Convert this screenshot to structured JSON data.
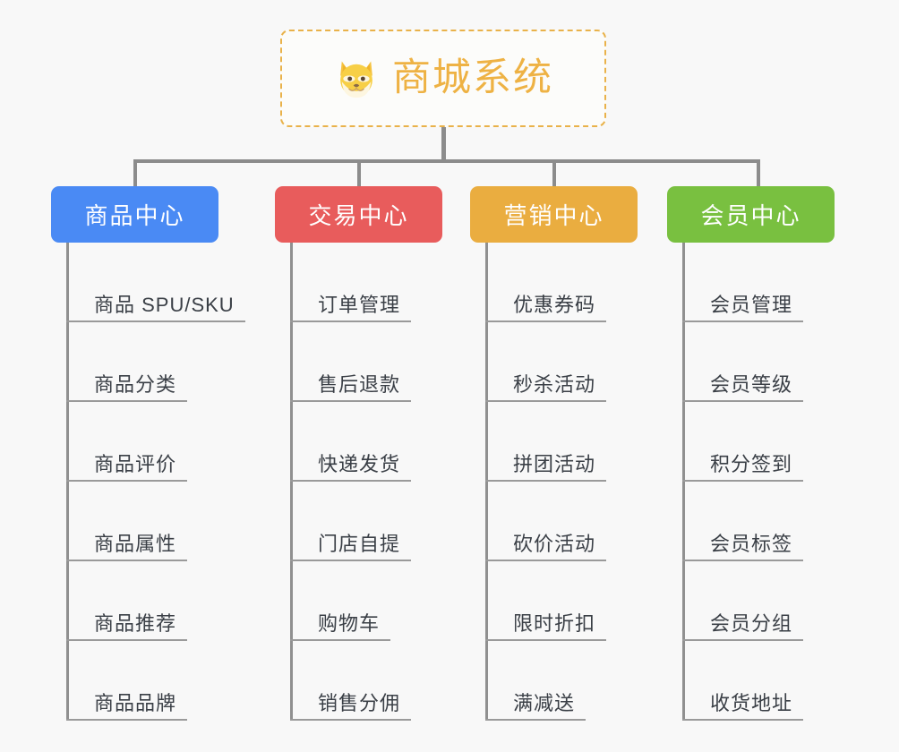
{
  "diagram": {
    "type": "tree",
    "background_color": "#f8f8f8",
    "root": {
      "title": "商城系统",
      "icon": "shiba-dog-face-emoji",
      "text_color": "#eeb244",
      "border_color": "#e9b24a",
      "border_style": "dashed"
    },
    "connector_color": "#8c8c8c",
    "branches": [
      {
        "title": "商品中心",
        "color": "#4a8af4",
        "spine_color": "#909090",
        "items": [
          "商品 SPU/SKU",
          "商品分类",
          "商品评价",
          "商品属性",
          "商品推荐",
          "商品品牌"
        ]
      },
      {
        "title": "交易中心",
        "color": "#e85c5c",
        "spine_color": "#909090",
        "items": [
          "订单管理",
          "售后退款",
          "快递发货",
          "门店自提",
          "购物车",
          "销售分佣"
        ]
      },
      {
        "title": "营销中心",
        "color": "#eaad40",
        "spine_color": "#909090",
        "items": [
          "优惠券码",
          "秒杀活动",
          "拼团活动",
          "砍价活动",
          "限时折扣",
          "满减送"
        ]
      },
      {
        "title": "会员中心",
        "color": "#79c040",
        "spine_color": "#909090",
        "items": [
          "会员管理",
          "会员等级",
          "积分签到",
          "会员标签",
          "会员分组",
          "收货地址"
        ]
      }
    ]
  }
}
